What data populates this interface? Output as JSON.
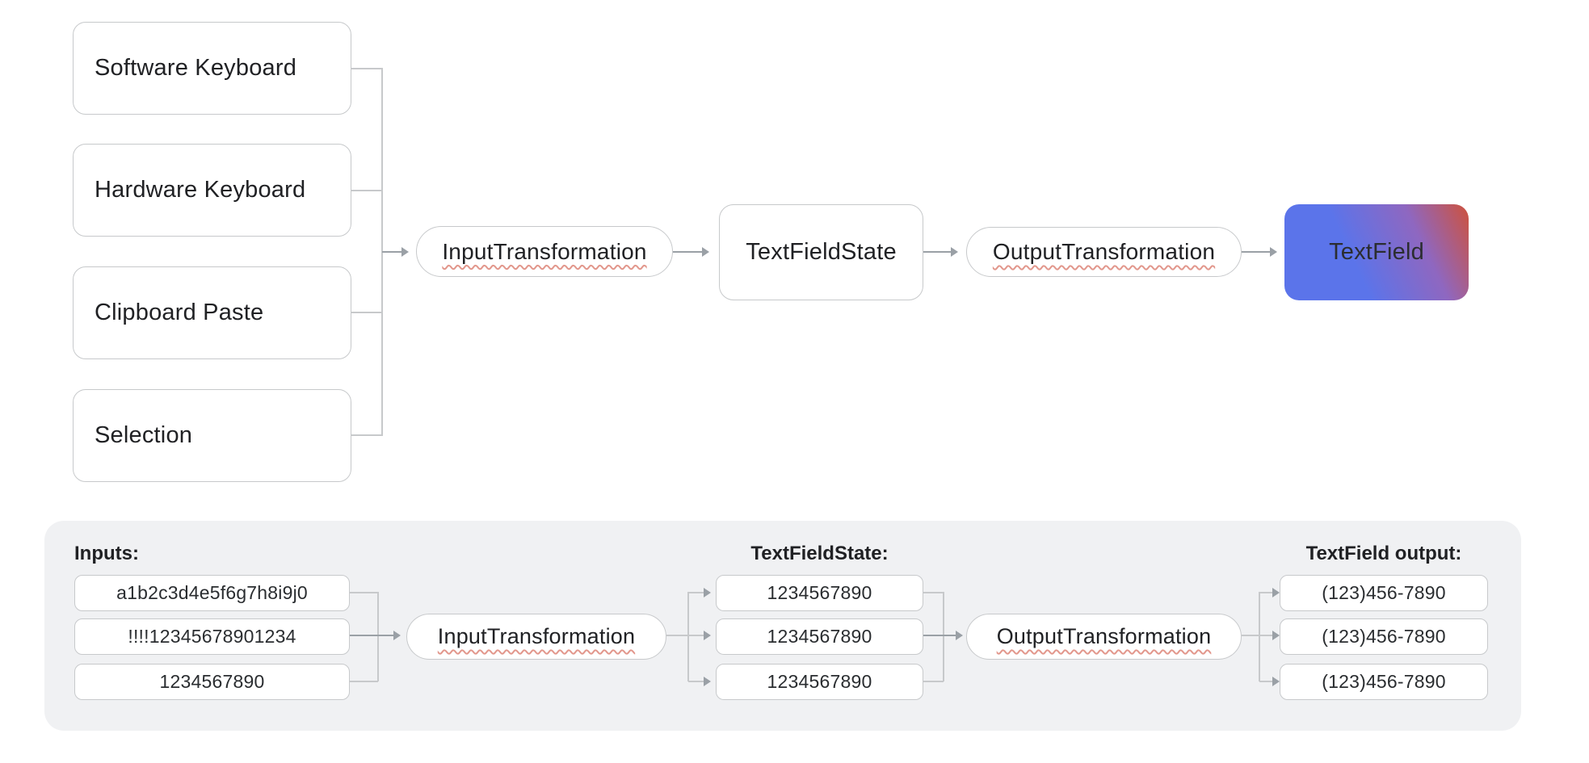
{
  "top_flow": {
    "sources": [
      {
        "label": "Software Keyboard"
      },
      {
        "label": "Hardware Keyboard"
      },
      {
        "label": "Clipboard Paste"
      },
      {
        "label": "Selection"
      }
    ],
    "input_transformation": "InputTransformation",
    "text_field_state": "TextFieldState",
    "output_transformation": "OutputTransformation",
    "text_field": "TextField"
  },
  "bottom_panel": {
    "inputs_label": "Inputs:",
    "inputs": [
      "a1b2c3d4e5f6g7h8i9j0",
      "!!!!12345678901234",
      "1234567890"
    ],
    "input_transformation": "InputTransformation",
    "state_label": "TextFieldState:",
    "state_values": [
      "1234567890",
      "1234567890",
      "1234567890"
    ],
    "output_transformation": "OutputTransformation",
    "output_label": "TextField output:",
    "output_values": [
      "(123)456-7890",
      "(123)456-7890",
      "(123)456-7890"
    ]
  },
  "colors": {
    "text": "#202124",
    "node_border": "#c7c9cb",
    "connector_light": "#c7c9cb",
    "arrow": "#9aa0a6",
    "panel_background": "#f0f1f3",
    "spellcheck_squiggle": "#e2978c",
    "textfield_gradient_blue": "#5b74ea",
    "textfield_gradient_purple": "#8f67c0",
    "textfield_gradient_red": "#c7544a"
  }
}
